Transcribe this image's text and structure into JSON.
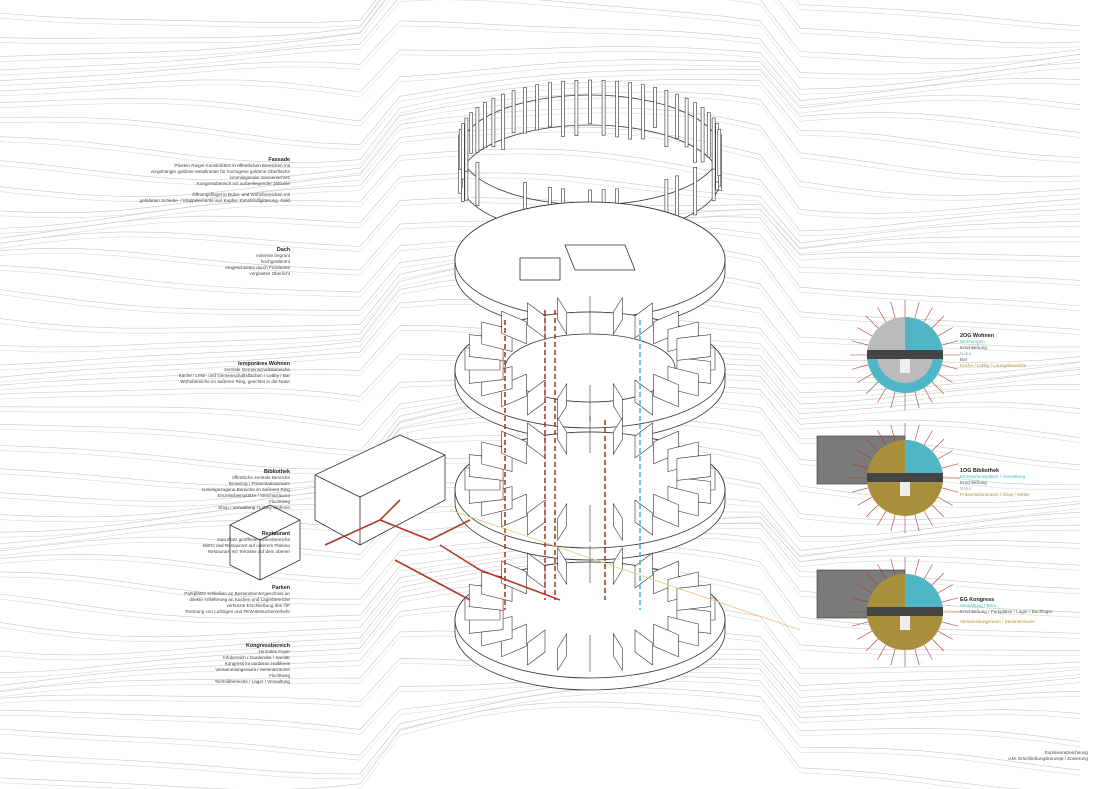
{
  "colors": {
    "cyan": "#4fb6c6",
    "gold": "#a88f3c",
    "red": "#b3392b",
    "dark": "#555555",
    "line": "#c8c8c8"
  },
  "left_blocks": [
    {
      "title": "Fassade",
      "lines": [
        "Pfosten Riegel Konstruktion in öffentlichen Bereichen mit",
        "vorgehängte goldene Metallraster für homogene goldene Oberfläche",
        "innenliegender Sonnenschutz",
        "Kongressbereich mit außenliegender Jalousie"
      ],
      "lines2": [
        "Öffnungsflügel in Ruhe- und Wohnbereichen mit",
        "gefalteten Schiebe- / Klappelemente aus Kupfer, Kunststoffgitterung, Gold"
      ]
    },
    {
      "title": "Dach",
      "lines": [
        "extensiv begrünt",
        "hochgedämmt",
        "eingeschnitten durch Freiräume",
        "verglastes Oberlicht"
      ]
    },
    {
      "title": "temporäres Wohnen",
      "lines": [
        "zentrale Gemeinschaftsbereiche",
        "Küche / Lese- und Gemeinschaftsflächen / Lobby / Bar",
        "Wohnbereiche im äußeren Ring, gerichtet in die Natur"
      ]
    },
    {
      "title": "Bibliothek",
      "lines": [
        "öffentliche zentrale Bereiche",
        "Browsing / Präsentationsraum",
        "zurückgezogene Bereiche im äußeren Ring",
        "Einzelarbeitsplätze / Seminarräume",
        "Fluchtweg",
        "Shop / Verwaltung / Lobby Wohnen"
      ]
    },
    {
      "title": "Restaurant",
      "lines": [
        "zum Platz geöffnete Außenbereiche",
        "Bistro und Restaurant auf unterem Plateau",
        "Restaurant mit Terrasse auf dem oberen"
      ]
    },
    {
      "title": "Parken",
      "lines": [
        "Parkplätze schließen an Bestandsuntergeschoss an",
        "direkte Anlieferung an Küchen und Lagerbereiche",
        "verkürzte Erschließung des ÖP",
        "Trennung von Lufzügen und PKW-Besucherverkehr"
      ]
    },
    {
      "title": "Kongressbereich",
      "lines": [
        "zentrales Foyer",
        "Infobereich / Garderobe / Sanitär",
        "Kongress im vorderen Halbkreis",
        "Versammlungsraum / Seminarräume",
        "Fluchtweg",
        "Technikbereiche / Lager / Verwaltung"
      ]
    }
  ],
  "legends": [
    {
      "title": "2OG Wohnen",
      "cyan": "Wohnungen",
      "l1": "Erschließung",
      "gray": "Natur",
      "l2": "Bar",
      "l3": "Küche / Lobby / Loungebereiche"
    },
    {
      "title": "1OG Bibliothek",
      "cyan": "Einzelarbeitsplätze / Verwaltung",
      "l1": "Erschließung",
      "gray": "Natur",
      "l2": "Präsentationsraum / Shop / Atelier"
    },
    {
      "title": "EG Kongress",
      "cyan": "Verwaltung / Büro",
      "l1": "Erschließung / Parkplätze / Lager / Buchlager",
      "l2": "Versammlungsraum / Seminarräume"
    }
  ],
  "footer": {
    "l1": "Explosionszeichnung",
    "l2": "o.M. Erschließungskonzept / Zonierung"
  }
}
